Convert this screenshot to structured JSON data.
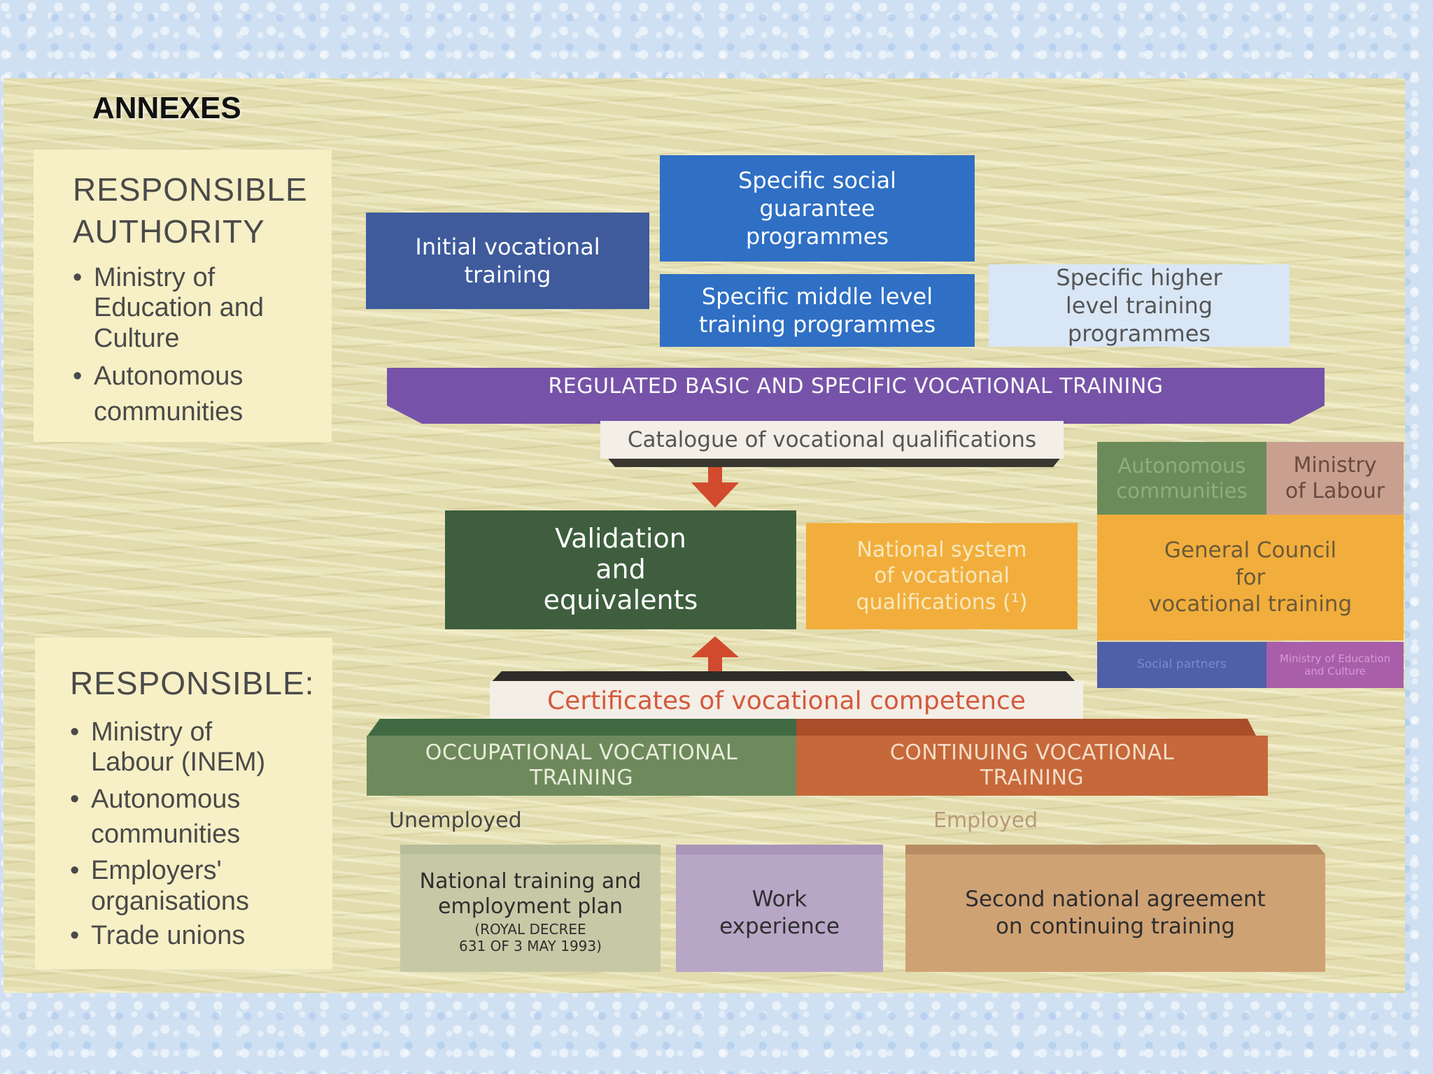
{
  "heading": "ANNEXES",
  "authority_panel": {
    "title": "RESPONSIBLE\nAUTHORITY",
    "items": [
      "Ministry of\nEducation and\nCulture",
      "Autonomous\ncommunities"
    ]
  },
  "responsible_panel": {
    "title": "RESPONSIBLE:",
    "items": [
      "Ministry of\nLabour (INEM)",
      "Autonomous\ncommunities",
      "Employers'\norganisations",
      "Trade unions"
    ]
  },
  "programmes": {
    "initial": "Initial vocational\ntraining",
    "social": "Specific social\nguarantee\nprogrammes",
    "middle": "Specific middle level\ntraining programmes",
    "higher": "Specific higher\nlevel training\nprogrammes"
  },
  "regulated_bar": "REGULATED BASIC AND SPECIFIC VOCATIONAL TRAINING",
  "catalogue": "Catalogue of vocational qualifications",
  "validation": "Validation\nand\nequivalents",
  "national_system": "National system\nof vocational\nqualifications (¹)",
  "council": {
    "autonomous": "Autonomous\ncommunities",
    "ministry_labour": "Ministry\nof Labour",
    "main": "General Council\nfor\nvocational training",
    "social_partners": "Social partners",
    "ministry_education": "Ministry of Education\nand Culture"
  },
  "certificates": "Certificates of vocational competence",
  "occupational": "OCCUPATIONAL VOCATIONAL\nTRAINING",
  "continuing": "CONTINUING VOCATIONAL\nTRAINING",
  "unemployed": "Unemployed",
  "employed": "Employed",
  "plan": {
    "title": "National training and\nemployment plan",
    "note": "(ROYAL DECREE\n631 OF 3 MAY 1993)"
  },
  "work_experience": "Work\nexperience",
  "agreement": "Second national agreement\non continuing training",
  "colors": {
    "navy_blue": "#3f5b9c",
    "bright_blue": "#2f6fc4",
    "pale_blue": "#d9e6f5",
    "purple": "#7653a8",
    "dark_green": "#3e5e3e",
    "orange": "#f2ae3c",
    "olive_green": "#6e8a5c",
    "rust": "#c6683a",
    "red_arrow": "#d24a2e"
  }
}
